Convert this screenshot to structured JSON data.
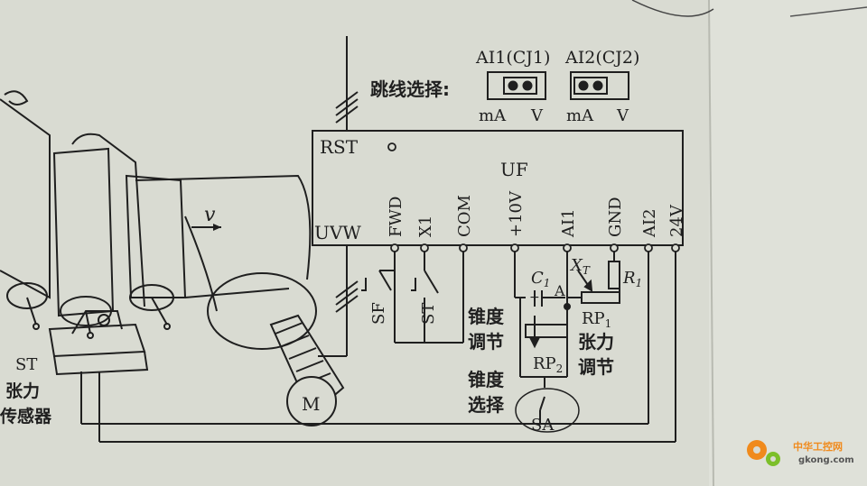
{
  "diagram": {
    "jumper": {
      "title": "跳线选择:",
      "ai1": "AI1(CJ1)",
      "ai2": "AI2(CJ2)",
      "ai1_ma": "mA",
      "ai1_v": "V",
      "ai2_ma": "mA",
      "ai2_v": "V"
    },
    "inverter": {
      "rst": "RST",
      "uf": "UF",
      "uvw": "UVW",
      "terminals": [
        "FWD",
        "X1",
        "COM",
        "+10V",
        "AI1",
        "GND",
        "AI2",
        "24V"
      ]
    },
    "machine": {
      "velocity": "v",
      "motor": "M",
      "sensor_line1": "ST",
      "sensor_line2": "张力",
      "sensor_line3": "传感器"
    },
    "components": {
      "sf": "SF",
      "st": "ST",
      "c1": "C",
      "c1_sub": "1",
      "node_a": "A",
      "xt": "X",
      "xt_sub": "T",
      "r1": "R",
      "r1_sub": "1",
      "rp1": "RP",
      "rp1_sub": "1",
      "rp2": "RP",
      "rp2_sub": "2",
      "sa": "SA"
    },
    "labels": {
      "taper_adj_1": "锥度",
      "taper_adj_2": "调节",
      "taper_sel_1": "锥度",
      "taper_sel_2": "选择",
      "tension_adj_1": "张力",
      "tension_adj_2": "调节"
    },
    "watermark": {
      "name": "中华工控网",
      "url": "gkong.com"
    },
    "colors": {
      "paper": "#d9dbd2",
      "ink": "#1f1f1f",
      "watermark_orange": "#f08a1c"
    }
  }
}
